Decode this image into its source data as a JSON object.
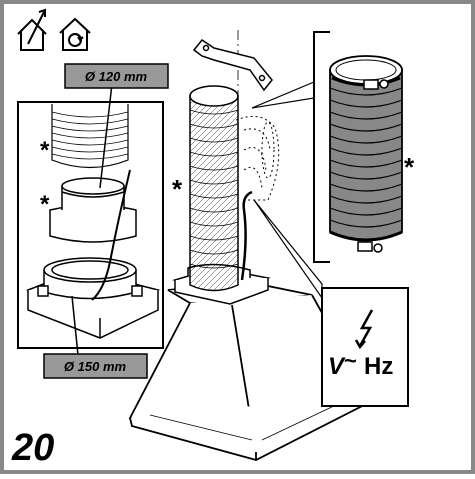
{
  "figure": {
    "step_number": "20",
    "asterisk": "*",
    "label_top": "Ø 120 mm",
    "label_bottom": "Ø 150 mm",
    "electrical_v": "V",
    "electrical_tilde": "~",
    "electrical_hz": "Hz",
    "icons": [
      "house-exhaust-icon",
      "house-recirculation-icon",
      "lightning-bolt-icon"
    ],
    "colors": {
      "frame": "#888888",
      "label_fill": "#999999",
      "duct_dark": "#888888",
      "line": "#000000"
    }
  }
}
